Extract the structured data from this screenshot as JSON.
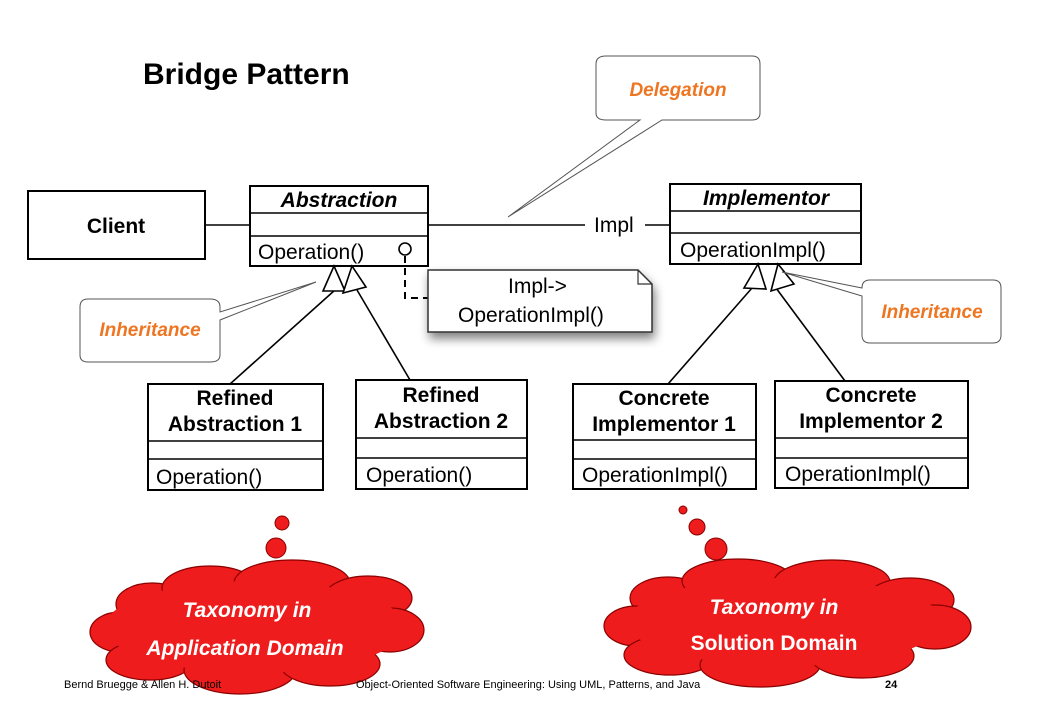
{
  "title": "Bridge Pattern",
  "callouts": {
    "delegation": "Delegation",
    "inheritance_left": "Inheritance",
    "inheritance_right": "Inheritance"
  },
  "classes": {
    "client": {
      "name": "Client"
    },
    "abstraction": {
      "name": "Abstraction",
      "operation": "Operation()"
    },
    "implementor": {
      "name": "Implementor",
      "operation": "OperationImpl()"
    },
    "refined1": {
      "line1": "Refined",
      "line2": "Abstraction 1",
      "operation": "Operation()"
    },
    "refined2": {
      "line1": "Refined",
      "line2": "Abstraction 2",
      "operation": "Operation()"
    },
    "concrete1": {
      "line1": "Concrete",
      "line2": "Implementor 1",
      "operation": "OperationImpl()"
    },
    "concrete2": {
      "line1": "Concrete",
      "line2": "Implementor 2",
      "operation": "OperationImpl()"
    }
  },
  "association_label": "Impl",
  "note": {
    "line1": "Impl->",
    "line2": "OperationImpl()"
  },
  "clouds": {
    "left": {
      "line1": "Taxonomy in",
      "line2": "Application  Domain"
    },
    "right": {
      "line1": "Taxonomy in",
      "line2": "Solution Domain"
    }
  },
  "footer": {
    "left": "Bernd Bruegge & Allen H. Dutoit",
    "center": "Object-Oriented Software Engineering: Using UML, Patterns, and Java",
    "page": "24"
  },
  "colors": {
    "callout_text": "#ee7622",
    "cloud_fill": "#ee1c1c"
  }
}
